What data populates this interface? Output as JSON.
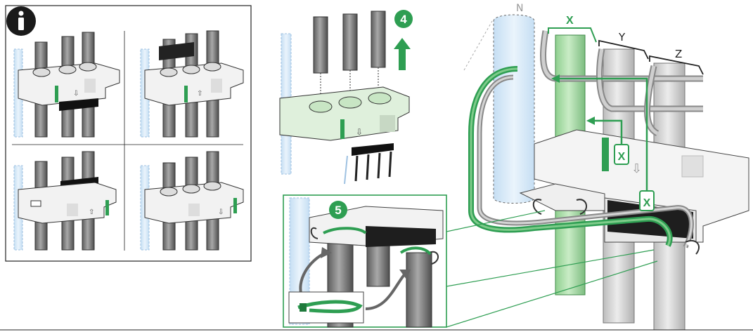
{
  "info_icon": {
    "glyph": "i",
    "name": "info-icon"
  },
  "steps": {
    "step4": {
      "number": "4"
    },
    "step5": {
      "number": "5"
    }
  },
  "wire_labels": {
    "n": "N",
    "x": "X",
    "y": "Y",
    "z": "Z",
    "x_marker_1": "X",
    "x_marker_2": "X"
  },
  "colors": {
    "accent_green": "#2e9e52",
    "dark_green": "#1f7a3c",
    "pale_green": "#dff0dc",
    "pipe_gray": "#8a8a8a",
    "pipe_dark": "#5a5a5a",
    "pale_blue": "#d6e9f8",
    "line_dark": "#222222"
  },
  "icons": [
    "info-icon",
    "up-arrow-icon",
    "down-arrow-icon",
    "cable-tie-icon",
    "hook-icon"
  ]
}
